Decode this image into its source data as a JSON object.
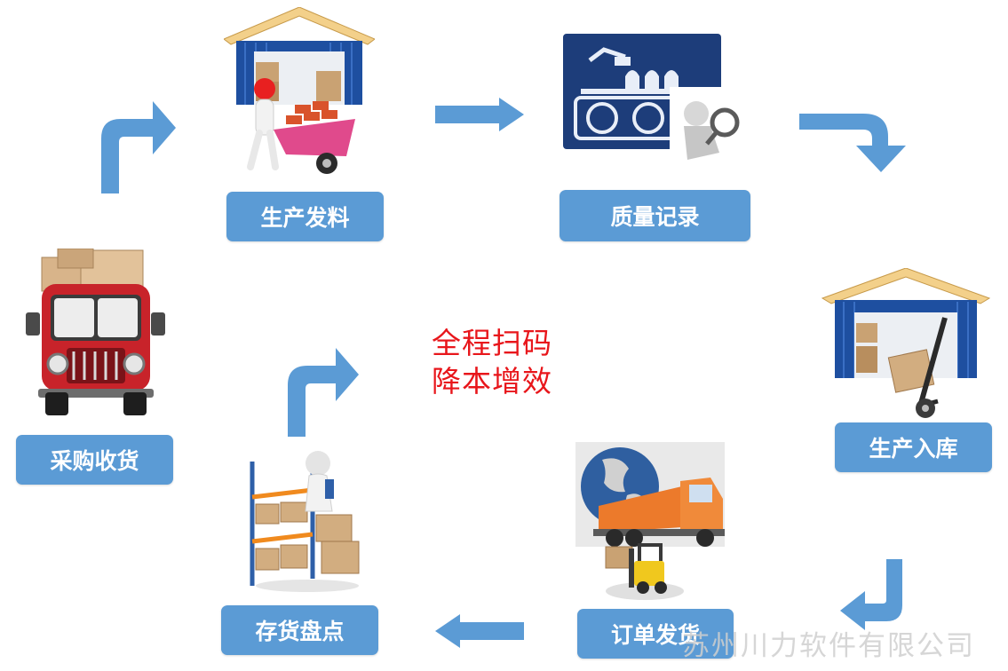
{
  "steps": {
    "purchase_receiving": "采购收货",
    "production_issue": "生产发料",
    "quality_record": "质量记录",
    "production_warehousing": "生产入库",
    "order_shipping": "订单发货",
    "inventory_count": "存货盘点"
  },
  "slogan": {
    "line1": "全程扫码",
    "line2": "降本增效"
  },
  "watermark": "苏州川力软件有限公司",
  "colors": {
    "label_fill": "#5b9bd5",
    "arrow_fill": "#5b9bd5",
    "slogan": "#e8161b"
  },
  "icons": {
    "purchase_receiving": "delivery-truck-icon",
    "production_issue": "warehouse-wheelbarrow-icon",
    "quality_record": "inspection-machine-icon",
    "production_warehousing": "warehouse-handtruck-icon",
    "order_shipping": "globe-truck-forklift-icon",
    "inventory_count": "pallet-rack-icon"
  }
}
